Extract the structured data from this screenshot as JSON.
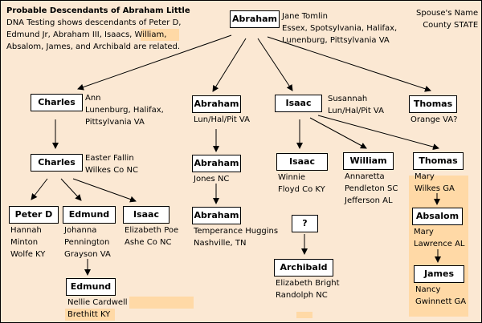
{
  "title": "Probable Descendants of Abraham Little",
  "intro": {
    "pre": "DNA Testing shows descendants of Peter D,",
    "line2": "Edmund Jr, Abraham III, Isaacs,",
    "highlight": "William,",
    "line3": "Absalom, James, and Archibald are related."
  },
  "legend": {
    "line1": "Spouse's Name",
    "line2": "County STATE"
  },
  "people": {
    "abraham_root": {
      "name": "Abraham",
      "info": [
        "Jane Tomlin",
        "Essex, Spotsylvania, Halifax,",
        "Lunenburg, Pittsylvania VA"
      ]
    },
    "charles1": {
      "name": "Charles",
      "info": [
        "Ann",
        "Lunenburg, Halifax,",
        "Pittsylvania VA"
      ]
    },
    "abraham1": {
      "name": "Abraham",
      "info": [
        "Lun/Hal/Pit VA"
      ]
    },
    "isaac1": {
      "name": "Isaac",
      "info": [
        "Susannah",
        "Lun/Hal/Pit VA"
      ]
    },
    "thomas1": {
      "name": "Thomas",
      "info": [
        "Orange VA?"
      ]
    },
    "charles2": {
      "name": "Charles",
      "info": [
        "Easter Fallin",
        "Wilkes Co NC"
      ]
    },
    "peterd": {
      "name": "Peter D",
      "info": [
        "Hannah",
        "Minton",
        "Wolfe KY"
      ]
    },
    "edmund1": {
      "name": "Edmund",
      "info": [
        "Johanna",
        "Pennington",
        "Grayson VA"
      ]
    },
    "isaac3": {
      "name": "Isaac",
      "info": [
        "Elizabeth Poe",
        "Ashe Co NC"
      ]
    },
    "edmund2": {
      "name": "Edmund",
      "info": [
        "Nellie Cardwell",
        "Brethitt KY"
      ]
    },
    "abraham2": {
      "name": "Abraham",
      "info": [
        "Jones NC"
      ]
    },
    "abraham3": {
      "name": "Abraham",
      "info": [
        "Temperance Huggins",
        "Nashville, TN"
      ]
    },
    "isaac2": {
      "name": "Isaac",
      "info": [
        "Winnie",
        "Floyd Co KY"
      ]
    },
    "william": {
      "name": "William",
      "info": [
        "Annaretta",
        "Pendleton SC",
        "Jefferson AL"
      ]
    },
    "thomas2": {
      "name": "Thomas",
      "info": [
        "Mary",
        "Wilkes GA"
      ]
    },
    "absalom": {
      "name": "Absalom",
      "info": [
        "Mary",
        "Lawrence AL"
      ]
    },
    "james": {
      "name": "James",
      "info": [
        "Nancy",
        "Gwinnett GA"
      ]
    },
    "unknown": {
      "name": "?",
      "info": []
    },
    "archibald": {
      "name": "Archibald",
      "info": [
        "Elizabeth Bright",
        "Randolph NC"
      ]
    }
  }
}
